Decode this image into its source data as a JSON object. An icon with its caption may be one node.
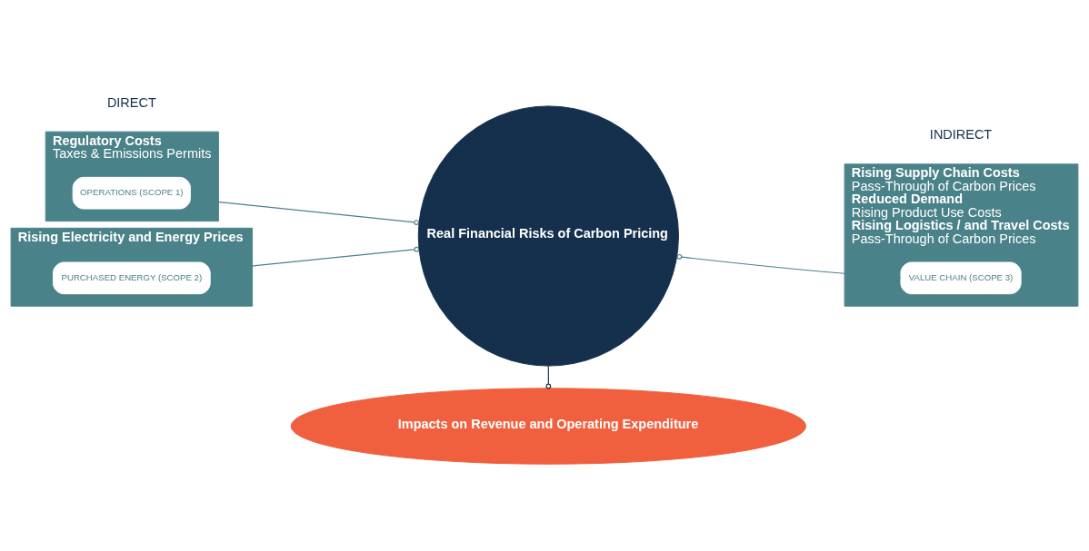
{
  "diagram": {
    "nodes": [
      {
        "text": [
          "Regulatory Costs",
          "Taxes & Emissions Permits"
        ]
      },
      {
        "text": [
          "OPERATIONS (SCOPE 1)"
        ],
        "in": 0
      },
      {
        "text": [
          "Rising Electricity and Energy Prices"
        ]
      },
      {
        "text": [
          "PURCHASED ENERGY (SCOPE 2)"
        ],
        "in": 2
      },
      {
        "text": [
          "Real Financial Risks of Carbon Pricing"
        ]
      },
      {
        "text": [
          "Rising Supply Chain Costs",
          "Pass-Through of Carbon Prices",
          "Reduced Demand",
          "Rising Product Use Costs",
          "Rising Logistics / and Travel Costs",
          "Pass-Through of Carbon Prices"
        ]
      },
      {
        "text": [
          "VALUE CHAIN (SCOPE 3)"
        ],
        "in": 5
      },
      {
        "text": [
          "Impacts on Revenue and Operating Expenditure"
        ]
      }
    ],
    "edges": [
      {
        "from": 1,
        "to": 4,
        "arrow": "other"
      },
      {
        "from": 3,
        "to": 4,
        "arrow": "other"
      },
      {
        "from": 6,
        "to": 4,
        "arrow": "other"
      },
      {
        "from": 4,
        "to": 7,
        "arrow": "other"
      }
    ],
    "labels": [
      "DIRECT",
      "INDIRECT"
    ]
  }
}
